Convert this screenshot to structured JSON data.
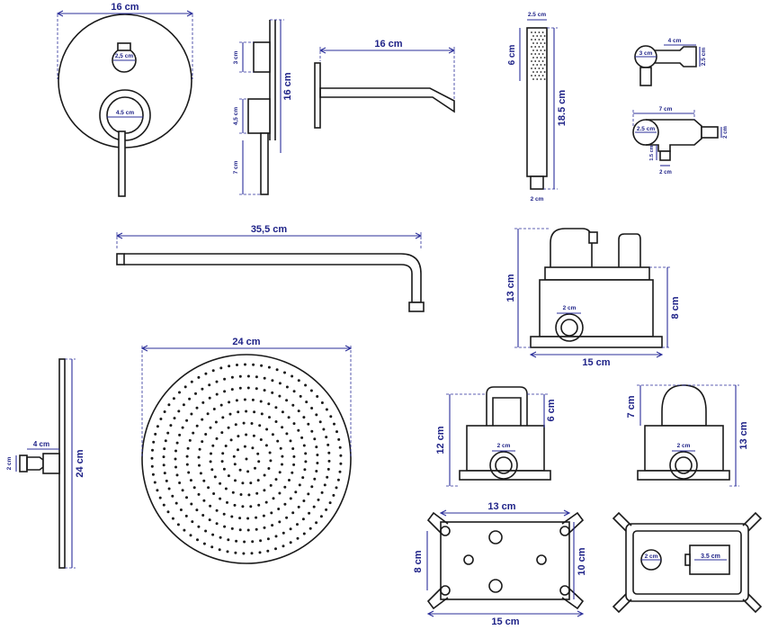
{
  "colors": {
    "dimension": "#1f2388",
    "line": "#1a1a1a",
    "background": "#ffffff"
  },
  "labels": {
    "mixer_width": "16 cm",
    "mixer_top_knob": "2,5 cm",
    "mixer_handle": "4.5 cm",
    "side_height": "16 cm",
    "side_top": "3 cm",
    "side_mid": "4,5 cm",
    "side_lever": "7 cm",
    "spout_length": "16 cm",
    "hand_width": "2.5 cm",
    "hand_head": "6 cm",
    "hand_length": "18.5 cm",
    "hand_bottom": "2 cm",
    "holder_width": "4 cm",
    "holder_ring": "3 cm",
    "holder_height": "2.5 cm",
    "elbow_width": "7 cm",
    "elbow_ring": "2.5 cm",
    "elbow_side": "2 cm",
    "elbow_stub_h": "1.5 cm",
    "elbow_stub_w": "2 cm",
    "arm_length": "35,5 cm",
    "box_height": "13 cm",
    "box_body": "8 cm",
    "box_inlet": "2 cm",
    "box_width": "15 cm",
    "rain_side_w": "4 cm",
    "rain_side_c": "2 cm",
    "rain_side_h": "24 cm",
    "rain_diameter": "24 cm",
    "valve_a_total": "12 cm",
    "valve_a_top": "6 cm",
    "valve_a_inlet": "2 cm",
    "valve_b_top": "7 cm",
    "valve_b_total": "13 cm",
    "valve_b_inlet": "2 cm",
    "plate_width_top": "13 cm",
    "plate_height_left": "8 cm",
    "plate_height_right": "10 cm",
    "plate_width_bottom": "15 cm",
    "cover_small": "2 cm",
    "cover_big": "3.5 cm"
  }
}
